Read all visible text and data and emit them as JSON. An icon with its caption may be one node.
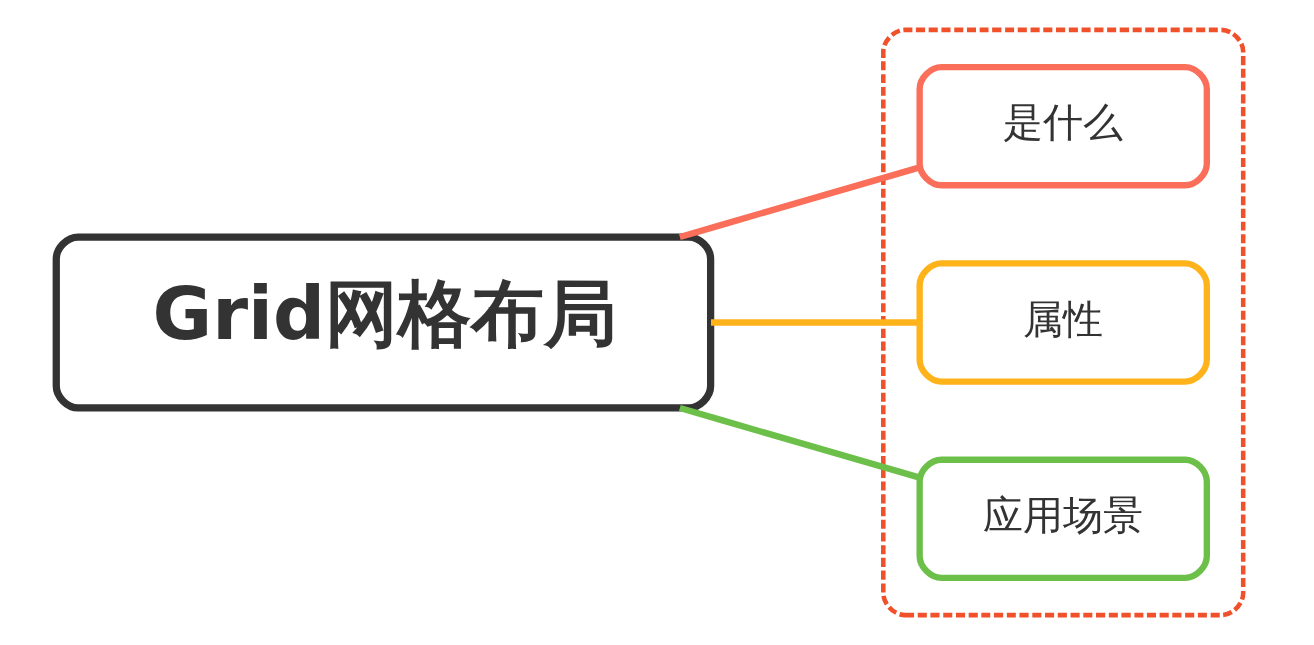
{
  "diagram": {
    "nodes": [
      {
        "text": [
          "Grid网格布局"
        ]
      },
      {
        "text": [],
        "shape": "box"
      },
      {
        "text": [
          "是什么"
        ],
        "in": 1
      },
      {
        "text": [
          "属性"
        ],
        "in": 1
      },
      {
        "text": [
          "应用场景"
        ],
        "in": 1
      }
    ],
    "edges": [
      {
        "from": 0,
        "to": 2,
        "arrow": "none",
        "color": "#fa6e5a"
      },
      {
        "from": 0,
        "to": 3,
        "arrow": "none",
        "color": "#ffb31a"
      },
      {
        "from": 0,
        "to": 4,
        "arrow": "none",
        "color": "#6cc04a"
      }
    ]
  }
}
